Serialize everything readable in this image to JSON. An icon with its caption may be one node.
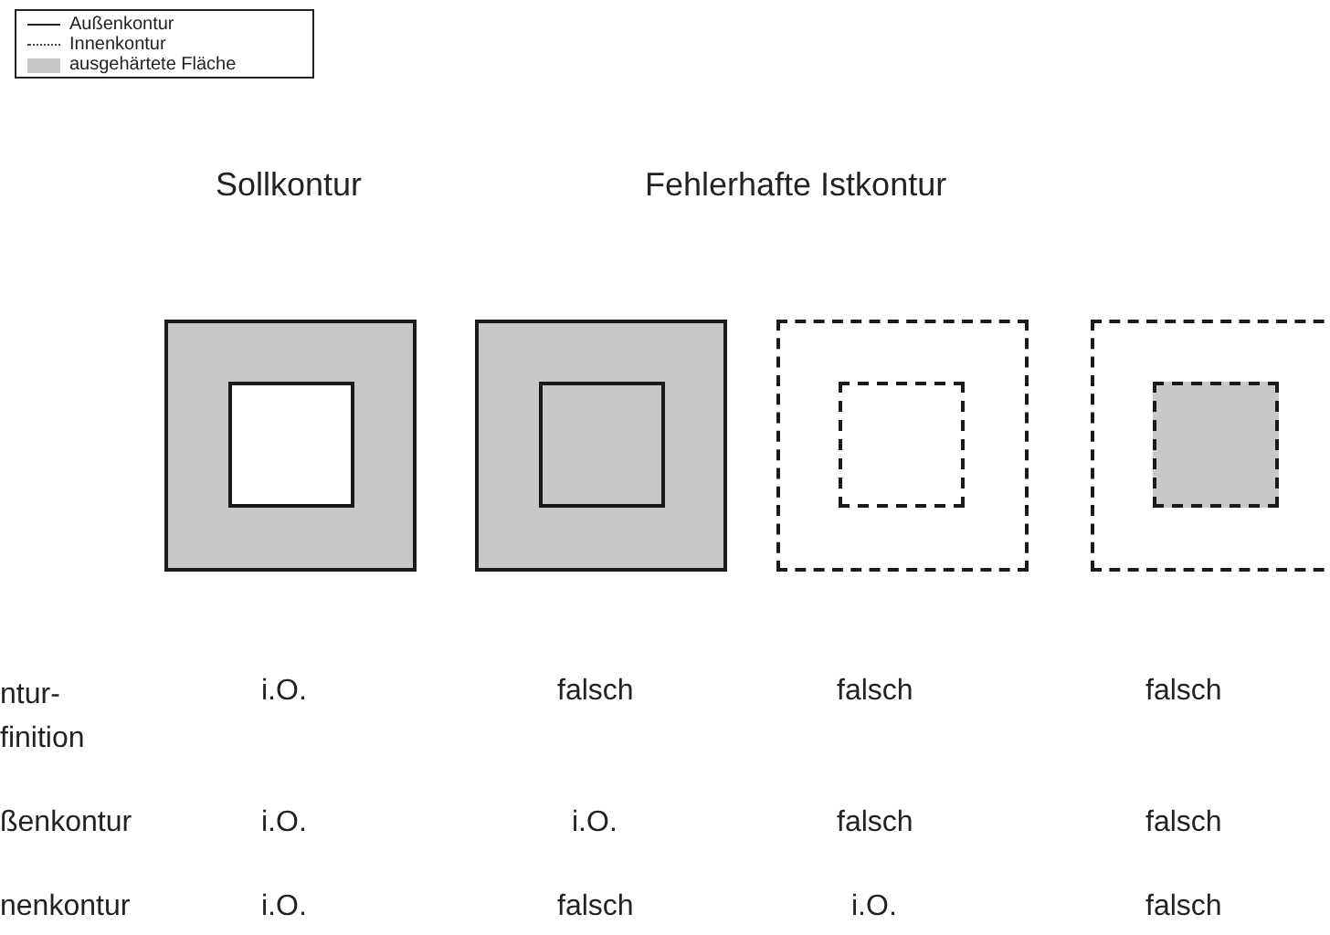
{
  "diagram": {
    "nodes": [
      {
        "text": [],
        "shape": "box"
      },
      {
        "text": [],
        "shape": "box",
        "in": 0
      },
      {
        "text": [],
        "shape": "box"
      },
      {
        "text": [],
        "shape": "box",
        "in": 2
      },
      {
        "text": [],
        "shape": "box"
      },
      {
        "text": [],
        "shape": "box",
        "in": 4
      },
      {
        "text": [],
        "shape": "box"
      },
      {
        "text": [],
        "shape": "box",
        "in": 6
      }
    ],
    "edges": [],
    "labels": [
      "Sollkontur",
      "Fehlerhafte Istkontur",
      "ntur- finition",
      "i.O.",
      "falsch",
      "falsch",
      "falsch",
      "ßenkontur",
      "i.O.",
      "i.O.",
      "falsch",
      "falsch",
      "nenkontur",
      "i.O.",
      "falsch",
      "i.O.",
      "falsch"
    ],
    "legend": [
      {
        "text": "Außenkontur"
      },
      {
        "text": "Innenkontur"
      },
      {
        "text": "ausgehärtete Fläche",
        "color": "#c8c8c8"
      }
    ]
  }
}
